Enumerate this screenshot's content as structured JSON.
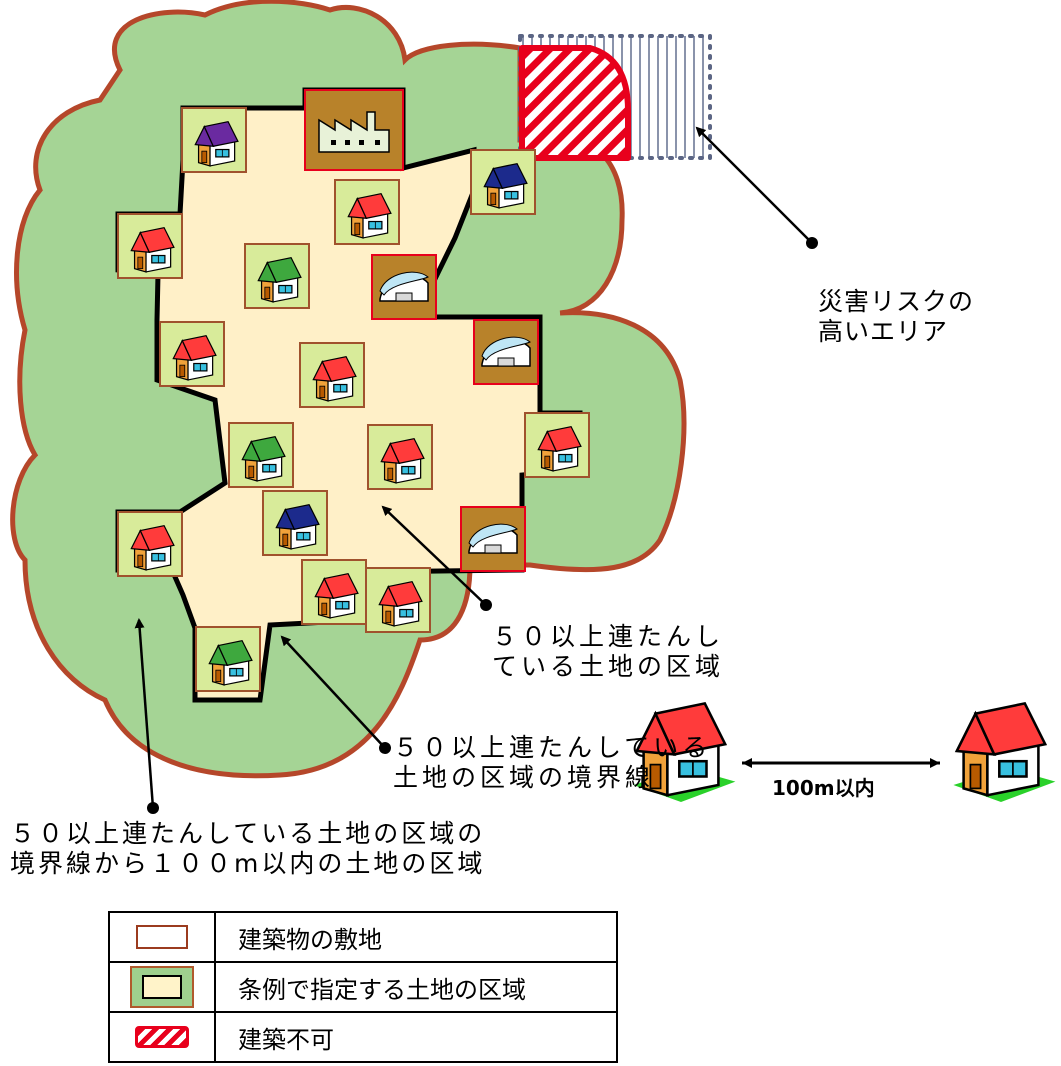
{
  "labels": {
    "risk": [
      "災害リスクの",
      "高いエリア"
    ],
    "area": [
      "５０以上連たんし",
      "ている土地の区域"
    ],
    "boundary": [
      "５０以上連たんしている",
      "土地の区域の境界線"
    ],
    "buffer": [
      "５０以上連たんしている土地の区域の",
      "境界線から１００m以内の土地の区域"
    ],
    "distance": "100m以内"
  },
  "legend": [
    {
      "key": "site",
      "label": "建築物の敷地"
    },
    {
      "key": "zone",
      "label": "条例で指定する土地の区域"
    },
    {
      "key": "nobuild",
      "label": "建築不可"
    }
  ],
  "colors": {
    "buffer_fill": "#a5d495",
    "buffer_border": "#b5472a",
    "zone_fill": "#fff0c8",
    "boundary": "#000000",
    "parcel_fill": "#d8eb9a",
    "parcel_border": "#a0522d",
    "industrial_fill": "#b8822a",
    "risk": "#e8001c",
    "roof_red": "#ff3b3b",
    "roof_green": "#3ea83e",
    "roof_navy": "#1c2a8c",
    "roof_purple": "#6a2aa0"
  },
  "houses": [
    {
      "roof": "purple"
    },
    {
      "roof": "red"
    },
    {
      "roof": "navy"
    },
    {
      "roof": "red"
    },
    {
      "roof": "green"
    },
    {
      "roof": "red"
    },
    {
      "roof": "red"
    },
    {
      "roof": "red"
    },
    {
      "roof": "green"
    },
    {
      "roof": "red"
    },
    {
      "roof": "navy"
    },
    {
      "roof": "red"
    },
    {
      "roof": "green"
    },
    {
      "roof": "red"
    },
    {
      "roof": "red"
    }
  ],
  "sheds": [
    {
      "type": "factory"
    },
    {
      "type": "warehouse"
    },
    {
      "type": "warehouse"
    },
    {
      "type": "warehouse"
    }
  ]
}
